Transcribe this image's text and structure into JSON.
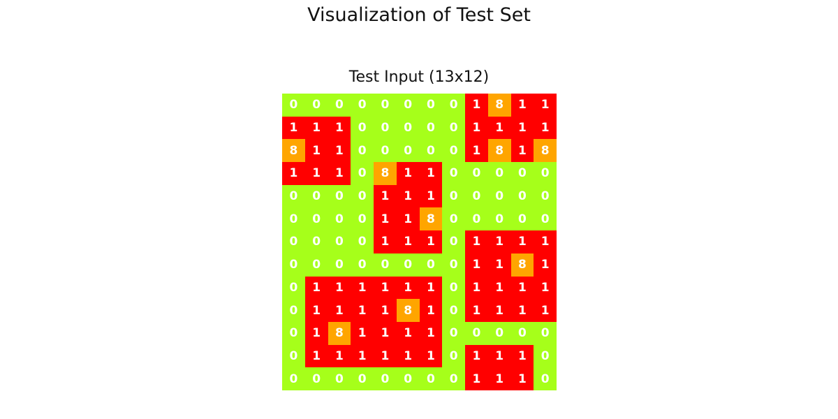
{
  "title": "Visualization of Test Set",
  "panel": {
    "title": "Test Input (13x12)"
  },
  "colors": {
    "0": "#a6ff1a",
    "1": "#ff0000",
    "8": "#ffa500",
    "text": "#ffffff"
  },
  "grid": [
    [
      0,
      0,
      0,
      0,
      0,
      0,
      0,
      0,
      1,
      8,
      1,
      1
    ],
    [
      1,
      1,
      1,
      0,
      0,
      0,
      0,
      0,
      1,
      1,
      1,
      1
    ],
    [
      8,
      1,
      1,
      0,
      0,
      0,
      0,
      0,
      1,
      8,
      1,
      8
    ],
    [
      1,
      1,
      1,
      0,
      8,
      1,
      1,
      0,
      0,
      0,
      0,
      0
    ],
    [
      0,
      0,
      0,
      0,
      1,
      1,
      1,
      0,
      0,
      0,
      0,
      0
    ],
    [
      0,
      0,
      0,
      0,
      1,
      1,
      8,
      0,
      0,
      0,
      0,
      0
    ],
    [
      0,
      0,
      0,
      0,
      1,
      1,
      1,
      0,
      1,
      1,
      1,
      1
    ],
    [
      0,
      0,
      0,
      0,
      0,
      0,
      0,
      0,
      1,
      1,
      8,
      1
    ],
    [
      0,
      1,
      1,
      1,
      1,
      1,
      1,
      0,
      1,
      1,
      1,
      1
    ],
    [
      0,
      1,
      1,
      1,
      1,
      8,
      1,
      0,
      1,
      1,
      1,
      1
    ],
    [
      0,
      1,
      8,
      1,
      1,
      1,
      1,
      0,
      0,
      0,
      0,
      0
    ],
    [
      0,
      1,
      1,
      1,
      1,
      1,
      1,
      0,
      1,
      1,
      1,
      0
    ],
    [
      0,
      0,
      0,
      0,
      0,
      0,
      0,
      0,
      1,
      1,
      1,
      0
    ]
  ]
}
